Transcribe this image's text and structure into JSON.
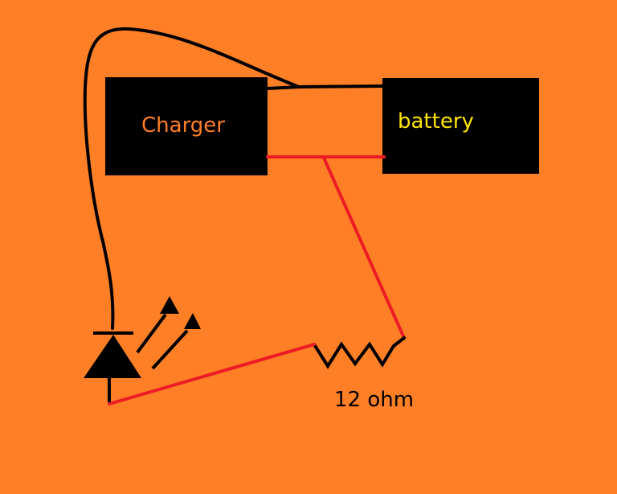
{
  "diagram": {
    "charger": {
      "label": "Charger"
    },
    "battery": {
      "label": "battery"
    },
    "resistor": {
      "label": "12 ohm"
    }
  },
  "colors": {
    "background": "#ff7f27",
    "box_fill": "#000000",
    "charger_text": "#ff7f27",
    "battery_text": "#ffe400",
    "negative_wire": "#000000",
    "positive_wire": "#ed1c24"
  },
  "icons": {
    "led": "led-diode-icon",
    "resistor": "resistor-zigzag-icon"
  }
}
